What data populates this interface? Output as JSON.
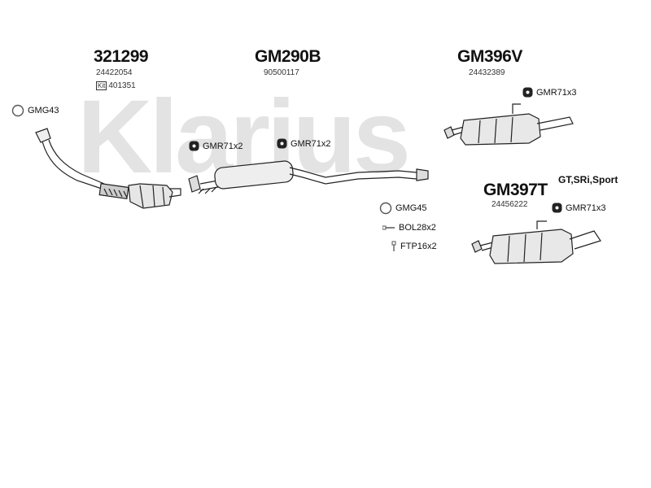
{
  "watermark": "Klarius",
  "groups": [
    {
      "code": "321299",
      "oe": "24422054",
      "kit_box": "Kit",
      "kit": "401351"
    },
    {
      "code": "GM290B",
      "oe": "90500117"
    },
    {
      "code": "GM396V",
      "oe": "24432389"
    },
    {
      "code": "GM397T",
      "oe": "24456222",
      "variant": "GT,SRi,Sport"
    }
  ],
  "fittings": {
    "gmg43": "GMG43",
    "gmr_a": "GMR71x2",
    "gmr_b": "GMR71x2",
    "gmr_c": "GMR71x3",
    "gmr_d": "GMR71x3",
    "gmg45": "GMG45",
    "bol": "BOL28x2",
    "ftp": "FTP16x2"
  }
}
